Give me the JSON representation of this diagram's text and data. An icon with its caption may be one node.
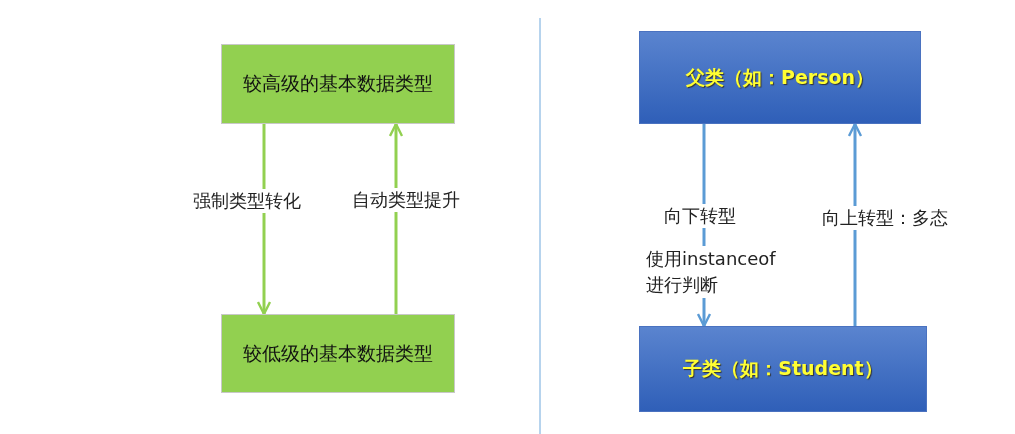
{
  "diagram": {
    "nodes": [
      {
        "text": [
          "较高级的基本数据类型"
        ]
      },
      {
        "text": [
          "较低级的基本数据类型"
        ]
      },
      {
        "text": [
          "父类（如：Person）"
        ]
      },
      {
        "text": [
          "子类（如：Student）"
        ]
      }
    ],
    "edges": [
      {
        "from": 0,
        "to": 1,
        "arrow": "to",
        "label": "强制类型转化",
        "color": "#92d050"
      },
      {
        "from": 1,
        "to": 0,
        "arrow": "to",
        "label": "自动类型提升",
        "color": "#92d050"
      },
      {
        "from": 2,
        "to": 3,
        "arrow": "to",
        "label": "向下转型",
        "color": "#5b9bd5"
      },
      {
        "from": 3,
        "to": 2,
        "arrow": "to",
        "label": "向上转型：多态",
        "color": "#5b9bd5"
      }
    ],
    "labels": [
      "使用instanceof进行判断"
    ]
  }
}
